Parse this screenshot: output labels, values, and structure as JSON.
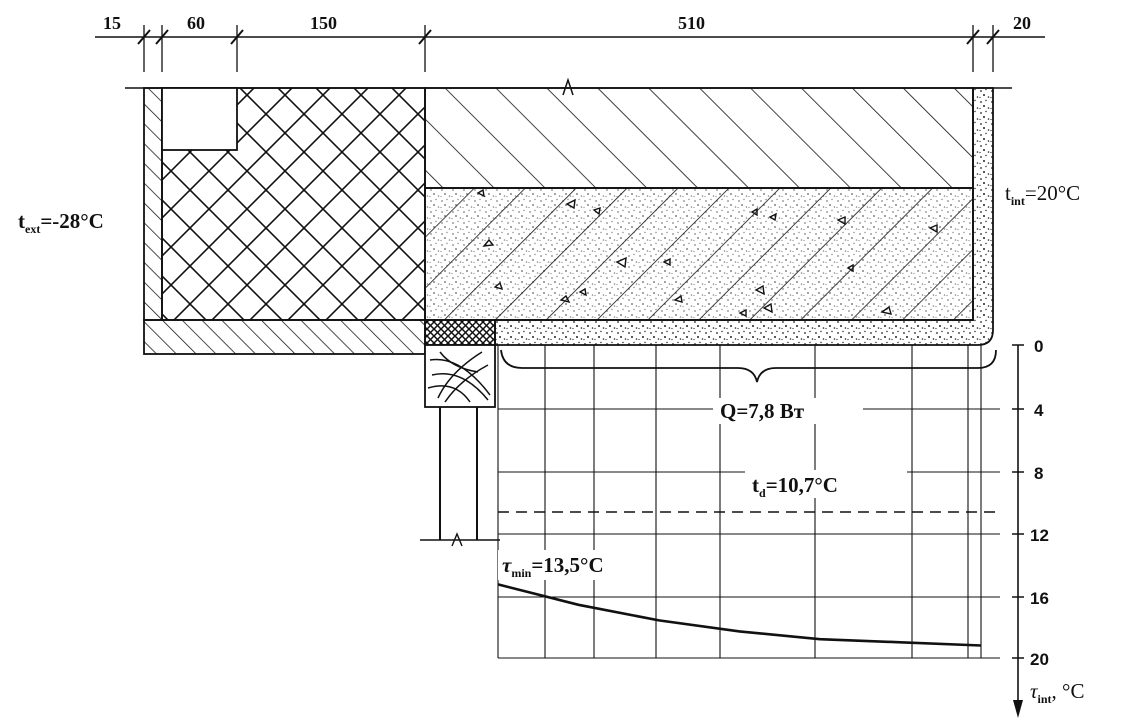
{
  "dimensions": [
    "15",
    "60",
    "150",
    "510",
    "20"
  ],
  "t_ext": {
    "main": "t",
    "sub": "ext",
    "value": "=-28°C"
  },
  "t_int": {
    "main": "t",
    "sub": "int",
    "value": "=20°C"
  },
  "heat_flow": "Q=7,8 Вт",
  "dew_point": {
    "main": "t",
    "sub": "d",
    "value": "=10,7°C"
  },
  "tau_min": {
    "main": "τ",
    "sub": "min",
    "value": "=13,5°C"
  },
  "axis": {
    "ticks": [
      "0",
      "4",
      "8",
      "12",
      "16",
      "20"
    ],
    "label_main": "τ",
    "label_sub": "int",
    "label_unit": ", °C"
  },
  "chart_data": {
    "type": "line",
    "series": [
      {
        "x": [
          0,
          80,
          160,
          240,
          320,
          400,
          480
        ],
        "y": [
          15.3,
          16.6,
          17.6,
          18.3,
          18.8,
          19.0,
          19.2
        ]
      }
    ],
    "reference": {
      "dew_point": 10.7
    },
    "ylim": [
      0,
      20
    ]
  }
}
